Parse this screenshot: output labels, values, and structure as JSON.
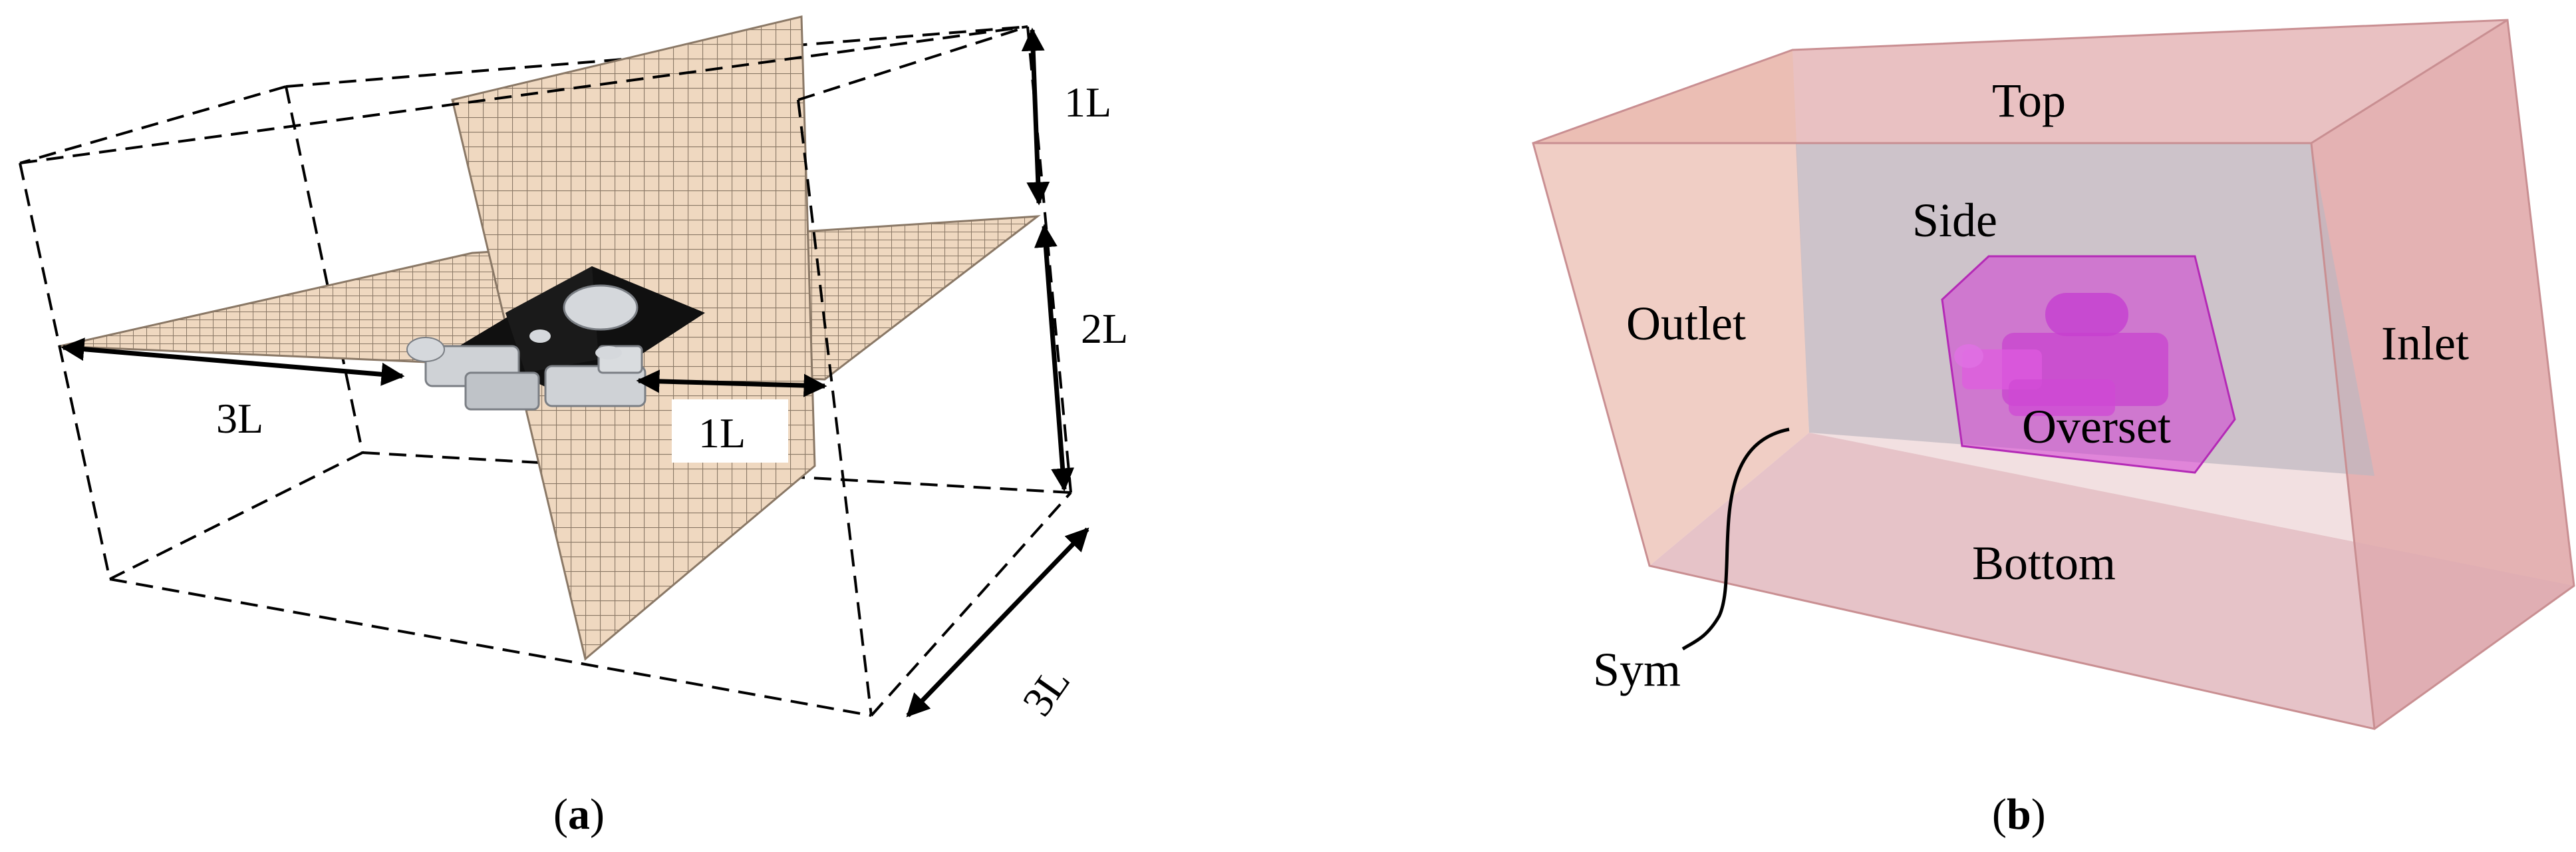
{
  "panel_a": {
    "caption": {
      "open": "(",
      "letter": "a",
      "close": ")"
    },
    "dimensions": {
      "top_height": "1L",
      "side_height": "2L",
      "upstream_length": "3L",
      "downstream_length": "1L",
      "width": "3L"
    }
  },
  "panel_b": {
    "caption": {
      "open": "(",
      "letter": "b",
      "close": ")"
    },
    "boundaries": {
      "top": "Top",
      "side": "Side",
      "outlet": "Outlet",
      "inlet": "Inlet",
      "overset": "Overset",
      "bottom": "Bottom",
      "sym": "Sym"
    }
  },
  "colors": {
    "mesh_fill": "#efd8c0",
    "mesh_line": "#8a7866",
    "domain_fill": "#e3a4a4",
    "overset_fill": "#d42fd4",
    "body_fill": "#cfd2d6"
  }
}
